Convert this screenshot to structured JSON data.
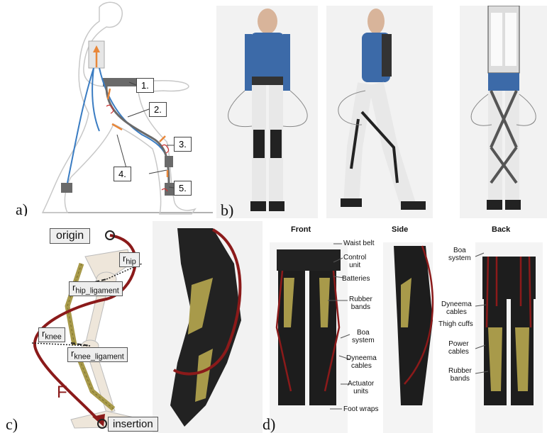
{
  "panel_a": {
    "letter": "a)",
    "callouts": [
      "1.",
      "2.",
      "3.",
      "4.",
      "5."
    ]
  },
  "panel_b": {
    "letter": "b)"
  },
  "panel_c": {
    "letter": "c)",
    "origin": "origin",
    "insertion": "insertion",
    "force": "F",
    "r_hip": "r",
    "r_hip_sub": "hip",
    "r_hip_ligament": "r",
    "r_hip_ligament_sub": "hip_ligament",
    "r_knee": "r",
    "r_knee_sub": "knee",
    "r_knee_ligament": "r",
    "r_knee_ligament_sub": "knee_ligament"
  },
  "panel_d": {
    "letter": "d)",
    "headers": {
      "front": "Front",
      "side": "Side",
      "back": "Back"
    },
    "labels": {
      "waist_belt": "Waist belt",
      "control_unit_1": "Control",
      "control_unit_2": "unit",
      "batteries": "Batteries",
      "rubber_bands_1": "Rubber",
      "rubber_bands_2": "bands",
      "boa_system_1": "Boa",
      "boa_system_2": "system",
      "dyneema_cables_1": "Dyneema",
      "dyneema_cables_2": "cables",
      "actuator_units_1": "Actuator",
      "actuator_units_2": "units",
      "foot_wraps": "Foot wraps",
      "back_boa_1": "Boa",
      "back_boa_2": "system",
      "back_dyneema_1": "Dyneema",
      "back_dyneema_2": "cables",
      "thigh_cuffs": "Thigh cuffs",
      "power_cables_1": "Power",
      "power_cables_2": "cables",
      "back_rubber_1": "Rubber",
      "back_rubber_2": "bands"
    }
  },
  "colors": {
    "cable_red": "#8b1a1a",
    "rubber_olive": "#a89a4a",
    "blue_cable": "#3a7cc2",
    "orange_arrow": "#e8873a"
  }
}
